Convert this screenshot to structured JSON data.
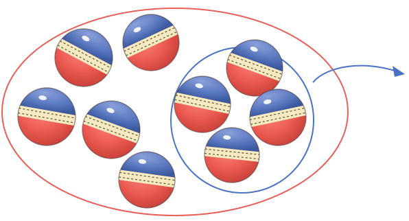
{
  "illustration": {
    "subject": "balls",
    "outer_group": {
      "ball_count": 5,
      "outline_color": "#e8605a"
    },
    "inner_group": {
      "ball_count": 4,
      "outline_color": "#4a72c4"
    },
    "arrow": {
      "direction": "right",
      "color": "#4a72c4"
    },
    "ball_colors": {
      "top": "#5a78c0",
      "bottom": "#ec5a52",
      "band": "#f6ebc0",
      "stitch": "#6a5a3a",
      "outline": "#4a3a3a"
    }
  }
}
